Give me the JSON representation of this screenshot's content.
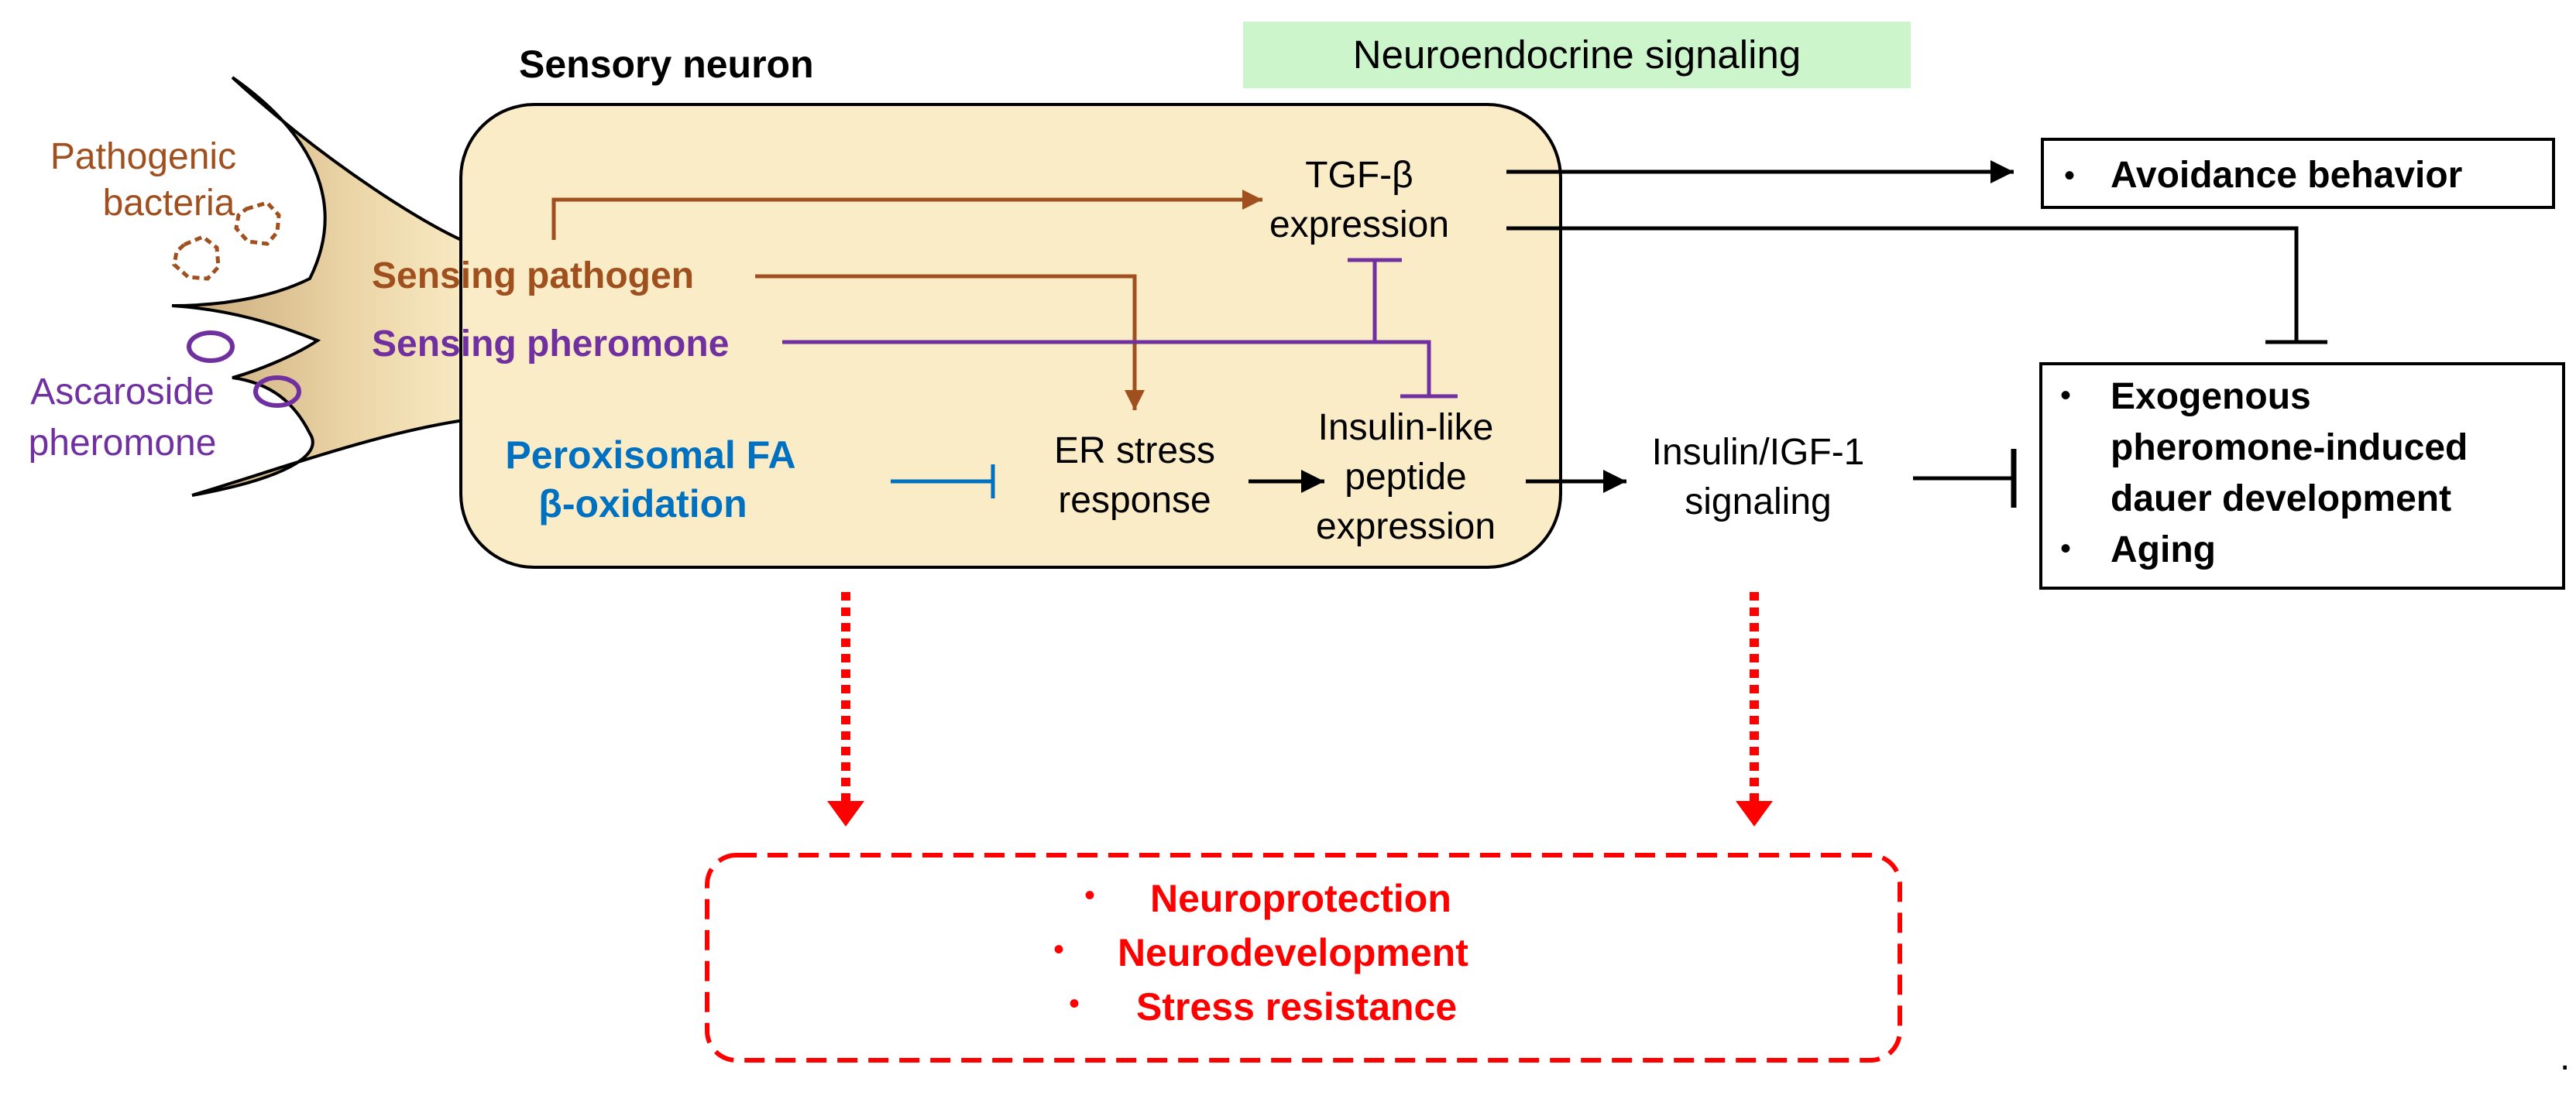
{
  "banner": {
    "text": "Neuroendocrine signaling",
    "color": "#ccf5cc"
  },
  "neuron": {
    "title": "Sensory neuron",
    "fill": "#faecc6"
  },
  "inputs": {
    "pathogen": {
      "line1": "Pathogenic",
      "line2": "bacteria",
      "color": "#a0501e"
    },
    "pheromone": {
      "line1": "Ascaroside",
      "line2": "pheromone",
      "color": "#7030a0"
    }
  },
  "sensing": {
    "pathogen": {
      "text": "Sensing pathogen",
      "color": "#a0501e"
    },
    "pheromone": {
      "text": "Sensing pheromone",
      "color": "#7030a0"
    }
  },
  "peroxisomal": {
    "line1": "Peroxisomal FA",
    "line2": "β-oxidation",
    "color": "#0070c0"
  },
  "nodes": {
    "tgf": {
      "line1": "TGF-β",
      "line2": "expression"
    },
    "er": {
      "line1": "ER stress",
      "line2": "response"
    },
    "insulin_like": {
      "line1": "Insulin-like",
      "line2": "peptide",
      "line3": "expression"
    },
    "iis": {
      "line1": "Insulin/IGF-1",
      "line2": "signaling"
    }
  },
  "outcomes": {
    "avoidance": {
      "bullet": "•",
      "text": "Avoidance behavior"
    },
    "dauer_aging": {
      "bullet": "•",
      "line1": "Exogenous",
      "line2": "pheromone-induced",
      "line3": "dauer development",
      "line4": "Aging"
    }
  },
  "effects": {
    "color": "#ff0000",
    "bullet": "•",
    "item1": "Neuroprotection",
    "item2": "Neurodevelopment",
    "item3": "Stress resistance"
  },
  "trailing_mark": "."
}
